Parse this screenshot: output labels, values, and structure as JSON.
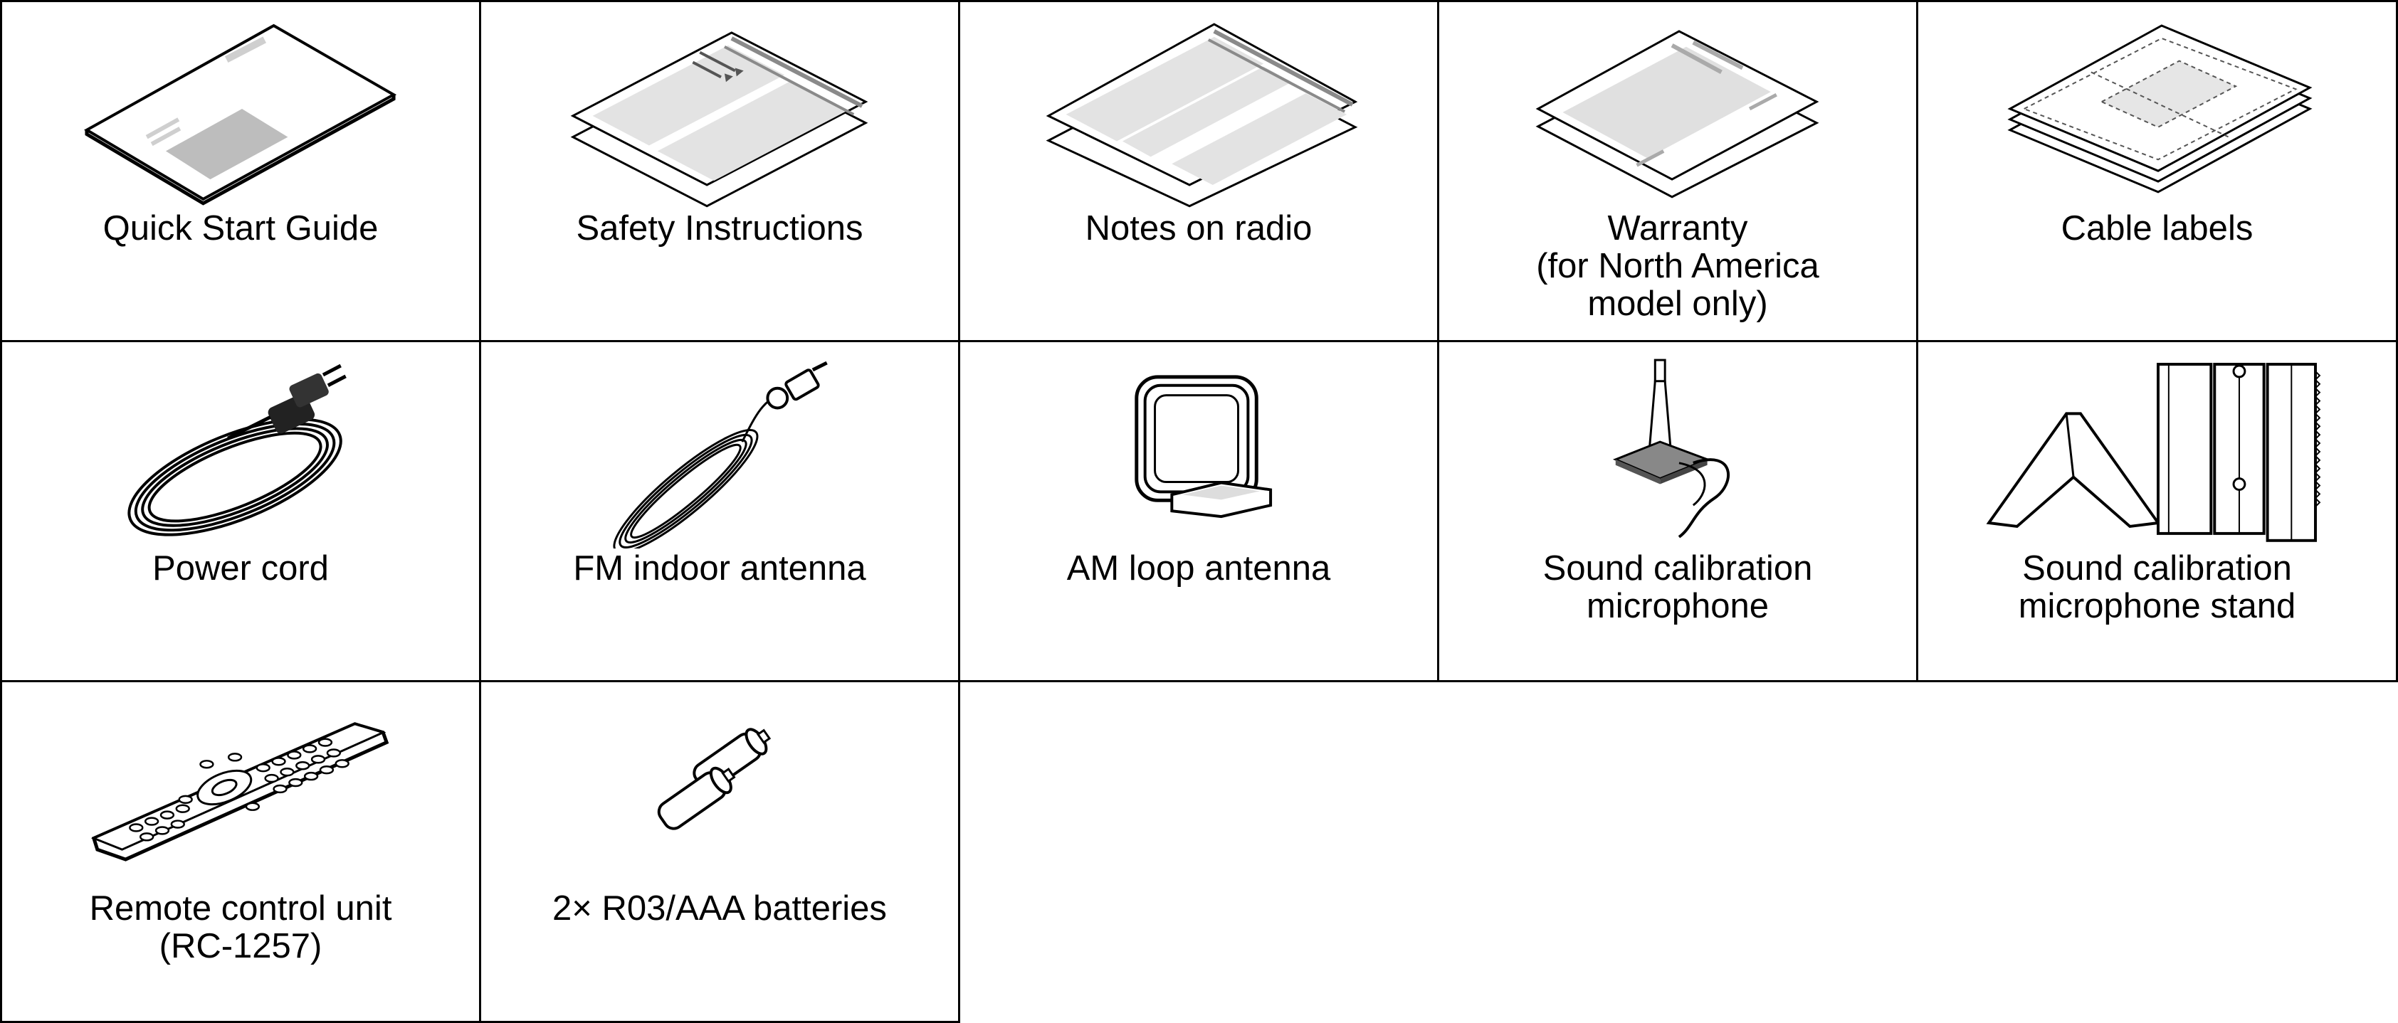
{
  "accessories": [
    {
      "name": "quick-start-guide",
      "label": "Quick Start Guide",
      "icon": "quick-start-guide-icon"
    },
    {
      "name": "safety-instructions",
      "label": "Safety Instructions",
      "icon": "safety-instructions-icon"
    },
    {
      "name": "notes-on-radio",
      "label": "Notes on radio",
      "icon": "notes-on-radio-icon"
    },
    {
      "name": "warranty",
      "label": "Warranty\n(for North America\nmodel only)",
      "icon": "warranty-icon"
    },
    {
      "name": "cable-labels",
      "label": "Cable labels",
      "icon": "cable-labels-icon"
    },
    {
      "name": "power-cord",
      "label": "Power cord",
      "icon": "power-cord-icon"
    },
    {
      "name": "fm-indoor-antenna",
      "label": "FM indoor antenna",
      "icon": "fm-antenna-icon"
    },
    {
      "name": "am-loop-antenna",
      "label": "AM loop antenna",
      "icon": "am-loop-antenna-icon"
    },
    {
      "name": "sound-calibration-microphone",
      "label": "Sound calibration\nmicrophone",
      "icon": "microphone-icon"
    },
    {
      "name": "sound-calibration-microphone-stand",
      "label": "Sound calibration\nmicrophone stand",
      "icon": "microphone-stand-icon"
    },
    {
      "name": "remote-control-unit",
      "label": "Remote control unit\n(RC-1257)",
      "icon": "remote-control-icon"
    },
    {
      "name": "batteries",
      "label": "2× R03/AAA batteries",
      "icon": "batteries-icon"
    }
  ]
}
